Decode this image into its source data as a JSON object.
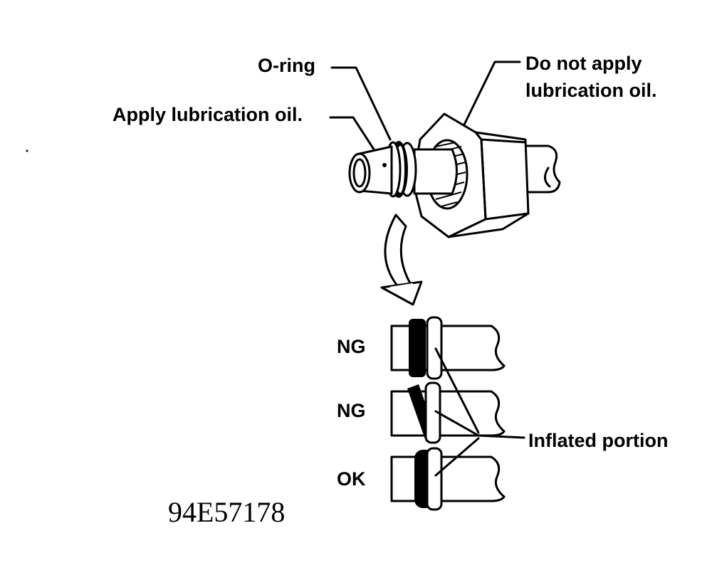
{
  "labels": {
    "o_ring": "O-ring",
    "apply_oil": "Apply lubrication oil.",
    "no_oil_line1": "Do not apply",
    "no_oil_line2": "lubrication oil.",
    "inflated": "Inflated portion",
    "ng1": "NG",
    "ng2": "NG",
    "ok": "OK",
    "figure_code": "94E57178"
  }
}
